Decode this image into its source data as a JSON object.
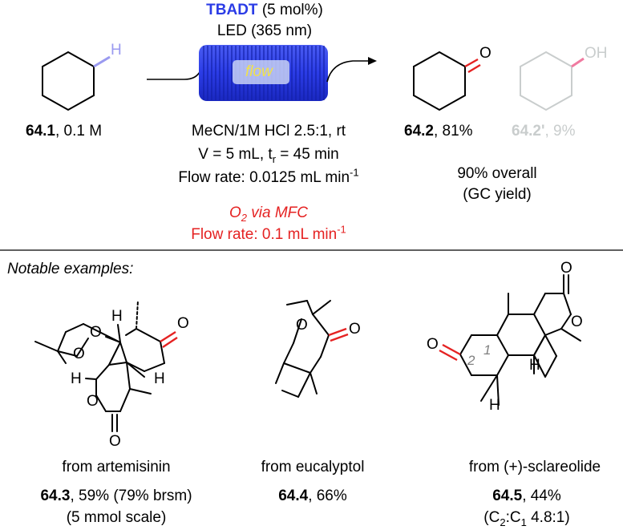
{
  "reaction": {
    "catalyst_name": "TBADT",
    "catalyst_loading": " (5 mol%)",
    "light": "LED (365 nm)",
    "reactor_label": "flow",
    "substrate_id": "64.1",
    "substrate_conc": ", 0.1 M",
    "substrate_atom": "H",
    "conditions_1": "MeCN/1M HCl 2.5:1, rt",
    "conditions_2_pre": "V = 5 mL, t",
    "conditions_2_sub": "r",
    "conditions_2_post": " = 45 min",
    "conditions_3_pre": "Flow rate: 0.0125 mL min",
    "conditions_3_sup": "-1",
    "o2_main": "O",
    "o2_sub": "2",
    "o2_rest": " via MFC",
    "o2_rate_pre": "Flow rate: 0.1 mL min",
    "o2_rate_sup": "-1",
    "product_id": "64.2",
    "product_yield": ", 81%",
    "product_atom": "O",
    "side_id": "64.2'",
    "side_yield": ", 9%",
    "side_atom": "OH",
    "overall_1": "90% overall",
    "overall_2": "(GC yield)"
  },
  "examples": {
    "heading": "Notable examples:",
    "items": [
      {
        "source": "from artemisinin",
        "id": "64.3",
        "yield": ", 59% (79% brsm)",
        "note": "(5 mmol scale)"
      },
      {
        "source": "from eucalyptol",
        "id": "64.4",
        "yield": ", 66%"
      },
      {
        "source": "from (+)-sclareolide",
        "id": "64.5",
        "yield": ", 44%",
        "note_pre": "(C",
        "note_sub1": "2",
        "note_mid": ":C",
        "note_sub2": "1",
        "note_post": " 4.8:1)",
        "pos_2": "2",
        "pos_1": "1"
      }
    ]
  },
  "atoms": {
    "O": "O",
    "H": "H"
  },
  "colors": {
    "catalyst": "#2b3ce6",
    "coil": "#2b3ce6",
    "highlight_bond": "#e52222",
    "substrate_bond": "#9a9af0",
    "side_product": "#c9cdcd",
    "side_bond": "#f07aa0",
    "o2_text": "#e52222"
  }
}
